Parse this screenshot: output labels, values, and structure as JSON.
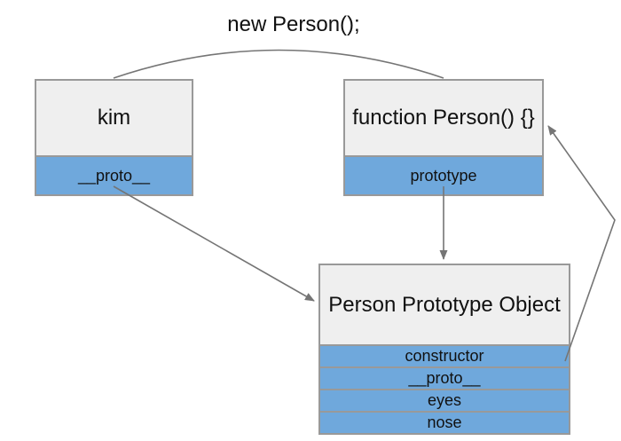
{
  "title": "new Person();",
  "boxes": {
    "kim": {
      "header": "kim",
      "rows": [
        "__proto__"
      ]
    },
    "person_function": {
      "header": "function Person() {}",
      "rows": [
        "prototype"
      ]
    },
    "person_prototype": {
      "header": "Person Prototype Object",
      "rows": [
        "constructor",
        "__proto__",
        "eyes",
        "nose"
      ]
    }
  },
  "connectors": {
    "arc_label": "new Person();",
    "arc": "kim top to function Person top",
    "arrow_proto": "kim __proto__ to Person Prototype Object",
    "arrow_prototype": "prototype to Person Prototype Object",
    "arrow_constructor": "constructor to function Person() {}"
  },
  "colors": {
    "canvas_bg": "#ffffff",
    "header_fill": "#efefef",
    "row_fill": "#6fa8dc",
    "border": "#999999",
    "connector": "#757575",
    "text": "#111111"
  }
}
